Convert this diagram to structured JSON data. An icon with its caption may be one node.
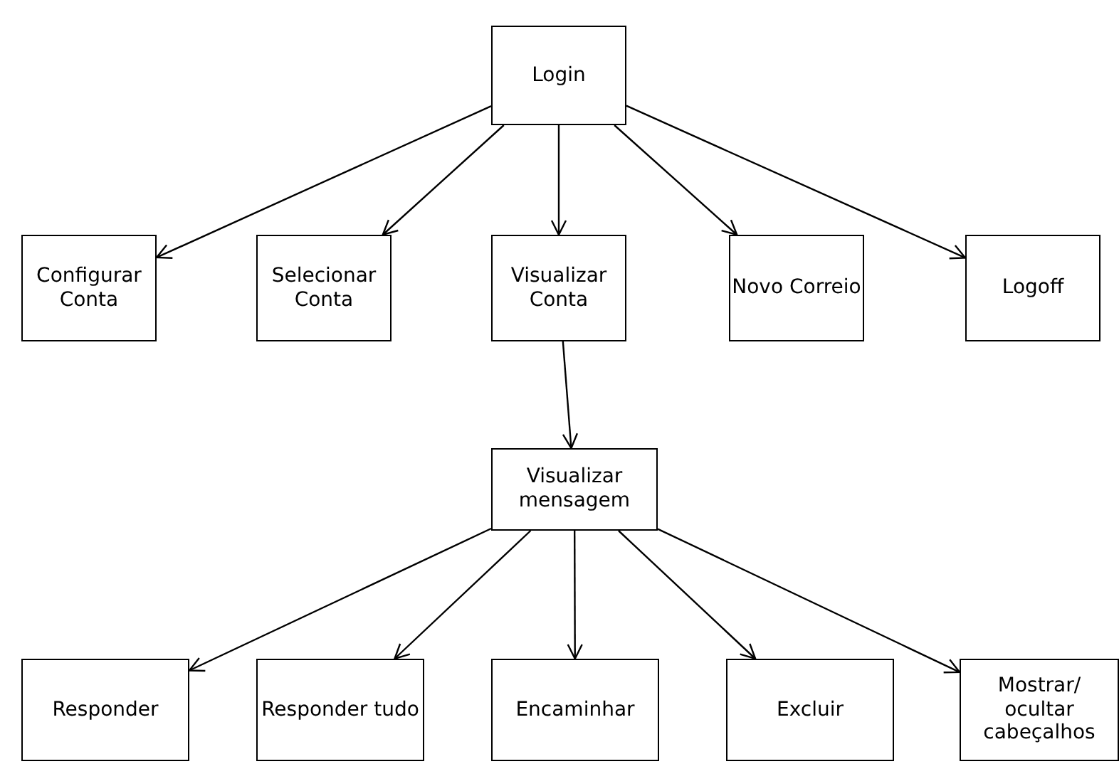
{
  "diagram": {
    "nodes": [
      {
        "text": [
          "Login"
        ]
      },
      {
        "text": [
          "Configurar Conta"
        ]
      },
      {
        "text": [
          "Selecionar Conta"
        ]
      },
      {
        "text": [
          "Visualizar Conta"
        ]
      },
      {
        "text": [
          "Novo Correio"
        ]
      },
      {
        "text": [
          "Logoff"
        ]
      },
      {
        "text": [
          "Visualizar mensagem"
        ]
      },
      {
        "text": [
          "Responder"
        ]
      },
      {
        "text": [
          "Responder tudo"
        ]
      },
      {
        "text": [
          "Encaminhar"
        ]
      },
      {
        "text": [
          "Excluir"
        ]
      },
      {
        "text": [
          "Mostrar/ ocultar cabeçalhos"
        ]
      }
    ],
    "edges": [
      {
        "from": 0,
        "to": 1,
        "arrow": "to"
      },
      {
        "from": 0,
        "to": 2,
        "arrow": "to"
      },
      {
        "from": 0,
        "to": 3,
        "arrow": "to"
      },
      {
        "from": 0,
        "to": 4,
        "arrow": "to"
      },
      {
        "from": 0,
        "to": 5,
        "arrow": "to"
      },
      {
        "from": 3,
        "to": 6,
        "arrow": "to"
      },
      {
        "from": 6,
        "to": 7,
        "arrow": "to"
      },
      {
        "from": 6,
        "to": 8,
        "arrow": "to"
      },
      {
        "from": 6,
        "to": 9,
        "arrow": "to"
      },
      {
        "from": 6,
        "to": 10,
        "arrow": "to"
      },
      {
        "from": 6,
        "to": 11,
        "arrow": "to"
      }
    ]
  }
}
